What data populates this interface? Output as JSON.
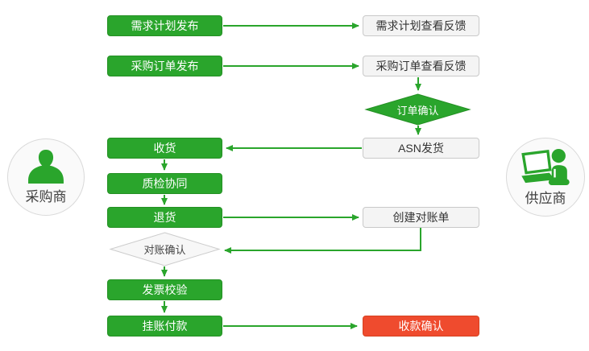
{
  "colors": {
    "green": "#2aa52c",
    "red": "#ef4b2e",
    "node_bg": "#f4f4f4",
    "node_border": "#c9c9c9",
    "text_dark": "#333333"
  },
  "actors": {
    "buyer": {
      "label": "采购商"
    },
    "supplier": {
      "label": "供应商"
    }
  },
  "nodes": {
    "demand_plan_publish": {
      "label": "需求计划发布"
    },
    "demand_plan_feedback": {
      "label": "需求计划查看反馈"
    },
    "po_publish": {
      "label": "采购订单发布"
    },
    "po_feedback": {
      "label": "采购订单查看反馈"
    },
    "order_confirm": {
      "label": "订单确认"
    },
    "asn_ship": {
      "label": "ASN发货"
    },
    "receive_goods": {
      "label": "收货"
    },
    "quality_collab": {
      "label": "质检协同"
    },
    "return_goods": {
      "label": "退货"
    },
    "create_statement": {
      "label": "创建对账单"
    },
    "statement_confirm": {
      "label": "对账确认"
    },
    "invoice_verify": {
      "label": "发票校验"
    },
    "pending_payment": {
      "label": "挂账付款"
    },
    "receipt_confirm": {
      "label": "收款确认"
    }
  }
}
